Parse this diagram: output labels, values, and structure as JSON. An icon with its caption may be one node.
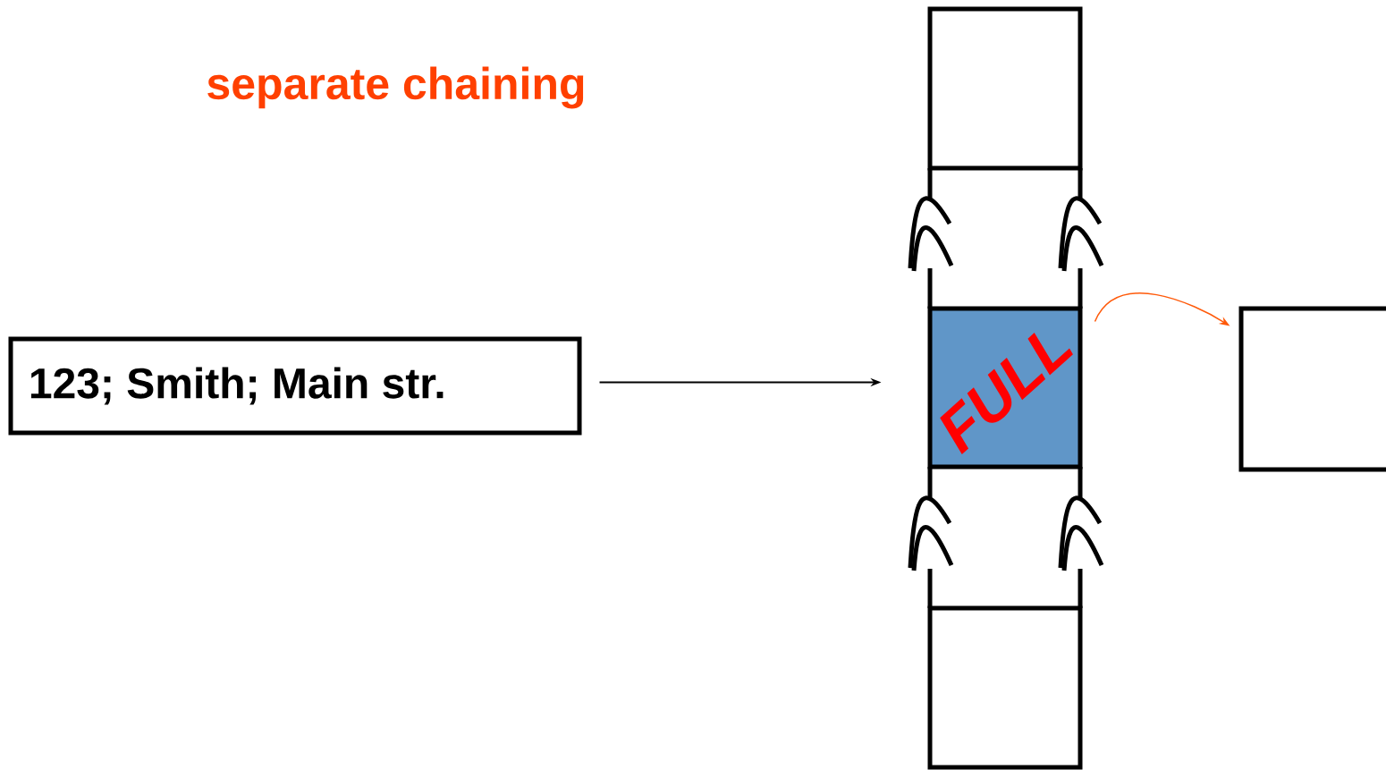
{
  "diagram": {
    "title": "separate chaining",
    "nodes": [
      {
        "text": [
          "123; Smith; Main str."
        ]
      },
      {
        "text": [],
        "shape": "box"
      },
      {
        "text": [
          "FULL"
        ]
      },
      {
        "text": [],
        "shape": "box"
      },
      {
        "text": [],
        "shape": "box"
      }
    ],
    "edges": [
      {
        "from": 0,
        "to": 2,
        "arrow": "to"
      },
      {
        "from": 2,
        "to": 4,
        "arrow": "to",
        "color": "#ff5a0a"
      }
    ]
  }
}
